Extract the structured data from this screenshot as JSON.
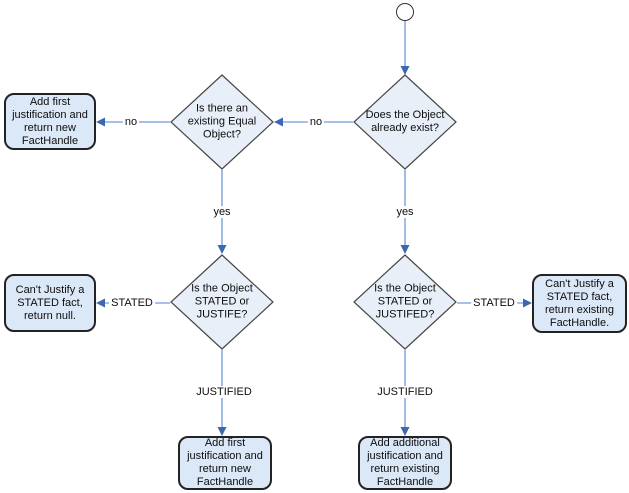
{
  "diagram": {
    "type": "flowchart",
    "colors": {
      "background": "#ffffff",
      "box_fill": "#dbe8f7",
      "box_border": "#232323",
      "diamond_fill": "#e9eff9",
      "diamond_border": "#474747",
      "edge_line": "#8cabdf",
      "edge_arrowhead": "#3c67b1",
      "text": "#0d0d0d"
    },
    "nodes": {
      "start": {
        "type": "start-circle",
        "label": ""
      },
      "exist": {
        "type": "decision",
        "label": "Does the Object\nalready exist?"
      },
      "equal": {
        "type": "decision",
        "label": "Is there an\nexisting Equal\nObject?"
      },
      "add_first_top": {
        "type": "action",
        "label": "Add first\njustification and\nreturn new\nFactHandle"
      },
      "stated_left": {
        "type": "decision",
        "label": "Is the Object\nSTATED or\nJUSTIFE?"
      },
      "stated_right": {
        "type": "decision",
        "label": "Is the Object\nSTATED or\nJUSTIFED?"
      },
      "cant_null": {
        "type": "action",
        "label": "Can't Justify a\nSTATED fact,\nreturn null."
      },
      "cant_existing": {
        "type": "action",
        "label": "Can't Justify a\nSTATED fact,\nreturn existing\nFactHandle."
      },
      "add_first_bottom": {
        "type": "action",
        "label": "Add first\njustification and\nreturn new\nFactHandle"
      },
      "add_additional": {
        "type": "action",
        "label": "Add additional\njustification and\nreturn existing\nFactHandle"
      }
    },
    "edge_labels": {
      "no_mid": "no",
      "no_left": "no",
      "yes_left": "yes",
      "yes_right": "yes",
      "stated_left": "STATED",
      "stated_right": "STATED",
      "justified_left": "JUSTIFIED",
      "justified_right": "JUSTIFIED"
    }
  }
}
